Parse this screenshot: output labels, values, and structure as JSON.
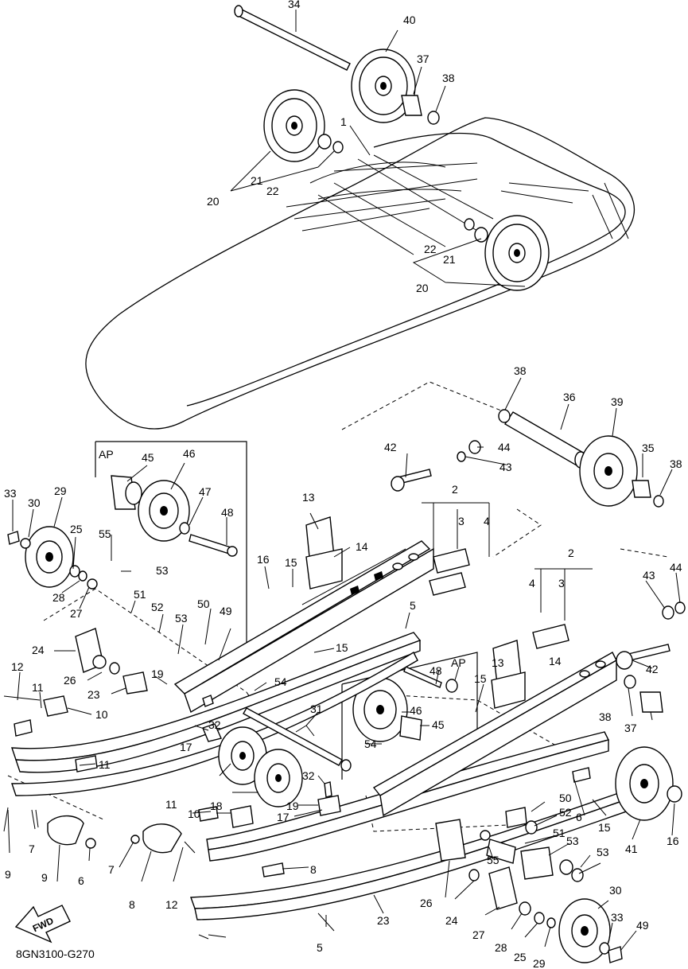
{
  "diagram": {
    "code": "8GN3100-G270",
    "fwd_label": "FWD",
    "ap_labels": [
      "AP",
      "AP"
    ],
    "callouts": [
      "34",
      "40",
      "37",
      "38",
      "1",
      "21",
      "22",
      "20",
      "22",
      "21",
      "20",
      "38",
      "36",
      "39",
      "42",
      "44",
      "43",
      "35",
      "38",
      "2",
      "3",
      "4",
      "AP",
      "45",
      "46",
      "47",
      "48",
      "33",
      "30",
      "29",
      "25",
      "28",
      "27",
      "55",
      "53",
      "13",
      "14",
      "16",
      "15",
      "51",
      "52",
      "53",
      "50",
      "49",
      "24",
      "26",
      "23",
      "19",
      "12",
      "11",
      "10",
      "54",
      "15",
      "5",
      "2",
      "4",
      "3",
      "43",
      "44",
      "42",
      "38",
      "37",
      "13",
      "14",
      "48",
      "47",
      "15",
      "46",
      "45",
      "31",
      "54",
      "32",
      "17",
      "11",
      "18",
      "19",
      "32",
      "17",
      "10",
      "11",
      "8",
      "7",
      "9",
      "6",
      "9",
      "7",
      "8",
      "12",
      "5",
      "23",
      "26",
      "24",
      "27",
      "28",
      "25",
      "29",
      "30",
      "33",
      "49",
      "50",
      "52",
      "51",
      "53",
      "55",
      "53",
      "40",
      "41",
      "16",
      "15",
      "6"
    ]
  }
}
